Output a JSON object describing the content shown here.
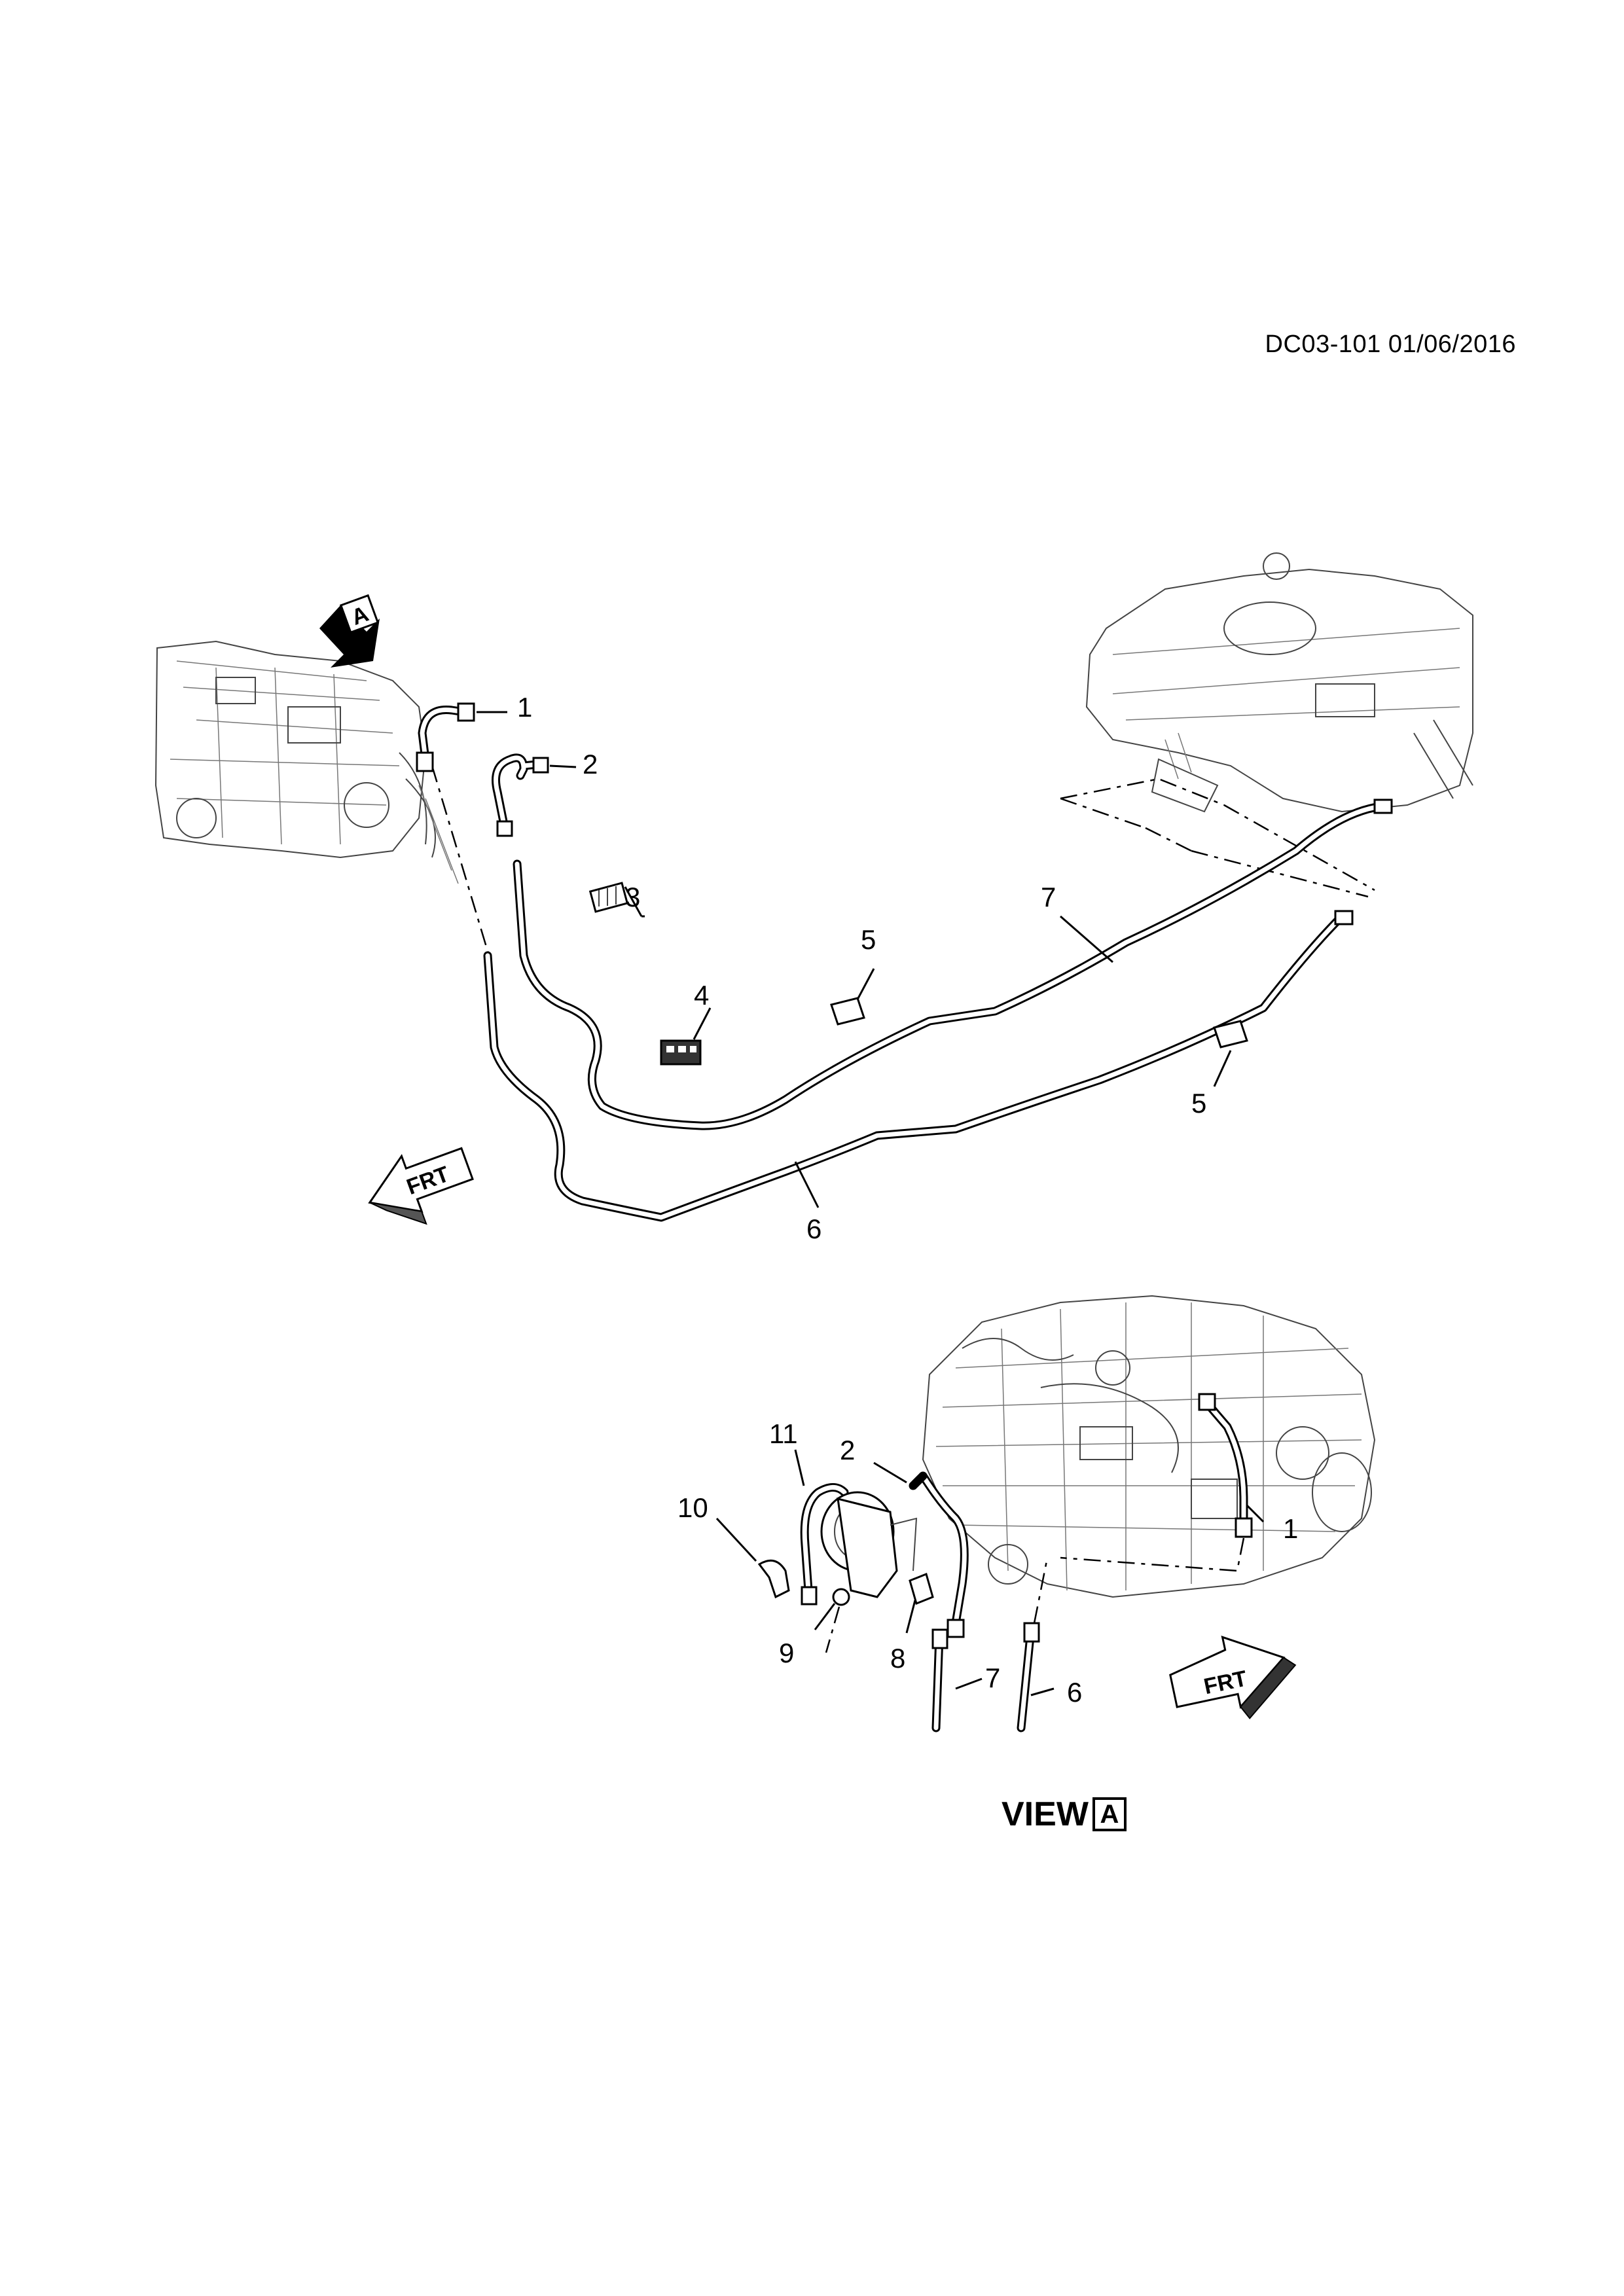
{
  "header": {
    "doc_id": "DC03-101 01/06/2016"
  },
  "view_marker": {
    "letter": "A"
  },
  "direction_marker": {
    "text": "FRT"
  },
  "callouts_main": {
    "c1": "1",
    "c2": "2",
    "c3": "3",
    "c4": "4",
    "c5a": "5",
    "c5b": "5",
    "c6": "6",
    "c7": "7"
  },
  "callouts_view": {
    "c11": "11",
    "c2": "2",
    "c10": "10",
    "c1": "1",
    "c9": "9",
    "c8": "8",
    "c7": "7",
    "c6": "6"
  },
  "view_label": {
    "word": "VIEW",
    "letter": "A"
  }
}
